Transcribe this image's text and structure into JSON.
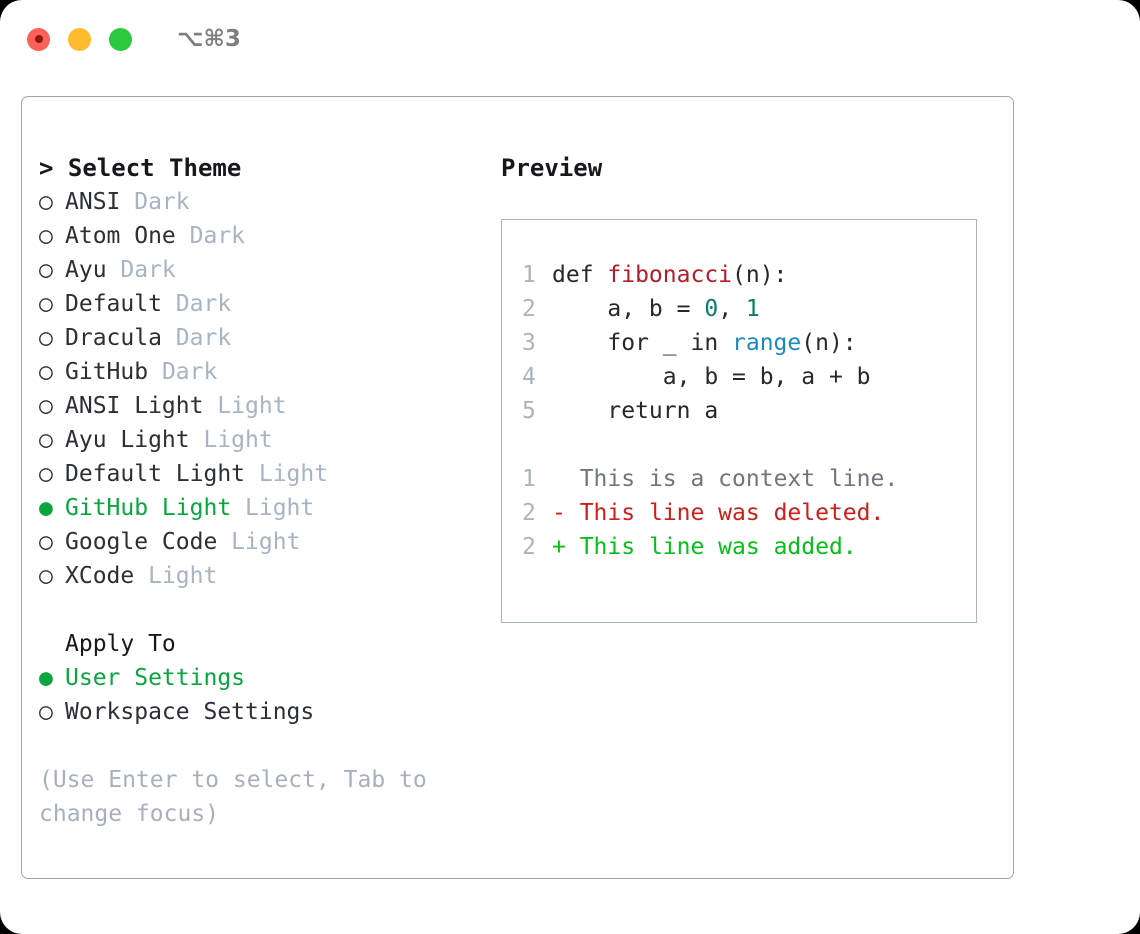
{
  "titlebar": {
    "shortcut": "⌥⌘3",
    "buttons": [
      {
        "name": "close",
        "color": "#fa6159"
      },
      {
        "name": "minimize",
        "color": "#fdbc2e"
      },
      {
        "name": "maximize",
        "color": "#2bc840"
      }
    ]
  },
  "colors": {
    "accent_green": "#09a63d",
    "muted": "#a8b4c2",
    "border": "#9aa7b8",
    "preview_border": "#a8b6c4",
    "text": "#2b2f36",
    "hint": "#a8b0bd",
    "diff_add": "#08bf17",
    "diff_del": "#cc1f1a",
    "syntax_function": "#b31d28",
    "syntax_number": "#0b7c6c",
    "syntax_builtin": "#1a8ac0",
    "line_number": "#aab4bf"
  },
  "theme_picker": {
    "header_prefix": "> ",
    "header": "Select Theme",
    "bullet_off": "○ ",
    "bullet_on": "● ",
    "items": [
      {
        "label": "ANSI",
        "tag": "Dark",
        "selected": false
      },
      {
        "label": "Atom One",
        "tag": "Dark",
        "selected": false
      },
      {
        "label": "Ayu",
        "tag": "Dark",
        "selected": false
      },
      {
        "label": "Default",
        "tag": "Dark",
        "selected": false
      },
      {
        "label": "Dracula",
        "tag": "Dark",
        "selected": false
      },
      {
        "label": "GitHub",
        "tag": "Dark",
        "selected": false
      },
      {
        "label": "ANSI Light",
        "tag": "Light",
        "selected": false
      },
      {
        "label": "Ayu Light",
        "tag": "Light",
        "selected": false
      },
      {
        "label": "Default Light",
        "tag": "Light",
        "selected": false
      },
      {
        "label": "GitHub Light",
        "tag": "Light",
        "selected": true
      },
      {
        "label": "Google Code",
        "tag": "Light",
        "selected": false
      },
      {
        "label": "XCode",
        "tag": "Light",
        "selected": false
      }
    ]
  },
  "apply_to": {
    "header": "Apply To",
    "items": [
      {
        "label": "User Settings",
        "selected": true
      },
      {
        "label": "Workspace Settings",
        "selected": false
      }
    ]
  },
  "hint": "(Use Enter to select, Tab to change focus)",
  "preview": {
    "title": "Preview",
    "code_lines": [
      {
        "n": "1",
        "segments": [
          {
            "text": "def ",
            "kind": "plain"
          },
          {
            "text": "fibonacci",
            "kind": "fn"
          },
          {
            "text": "(n):",
            "kind": "plain"
          }
        ]
      },
      {
        "n": "2",
        "segments": [
          {
            "text": "    a, b = ",
            "kind": "plain"
          },
          {
            "text": "0",
            "kind": "num"
          },
          {
            "text": ", ",
            "kind": "plain"
          },
          {
            "text": "1",
            "kind": "num"
          }
        ]
      },
      {
        "n": "3",
        "segments": [
          {
            "text": "    for _ in ",
            "kind": "plain"
          },
          {
            "text": "range",
            "kind": "bi"
          },
          {
            "text": "(n):",
            "kind": "plain"
          }
        ]
      },
      {
        "n": "4",
        "segments": [
          {
            "text": "        a, b = b, a + b",
            "kind": "plain"
          }
        ]
      },
      {
        "n": "5",
        "segments": [
          {
            "text": "    return a",
            "kind": "plain"
          }
        ]
      }
    ],
    "diff_lines": [
      {
        "n": "1",
        "marker": "  ",
        "text": "This is a context line.",
        "kind": "ctx"
      },
      {
        "n": "2",
        "marker": "- ",
        "text": "This line was deleted.",
        "kind": "del"
      },
      {
        "n": "2",
        "marker": "+ ",
        "text": "This line was added.",
        "kind": "add"
      }
    ]
  }
}
